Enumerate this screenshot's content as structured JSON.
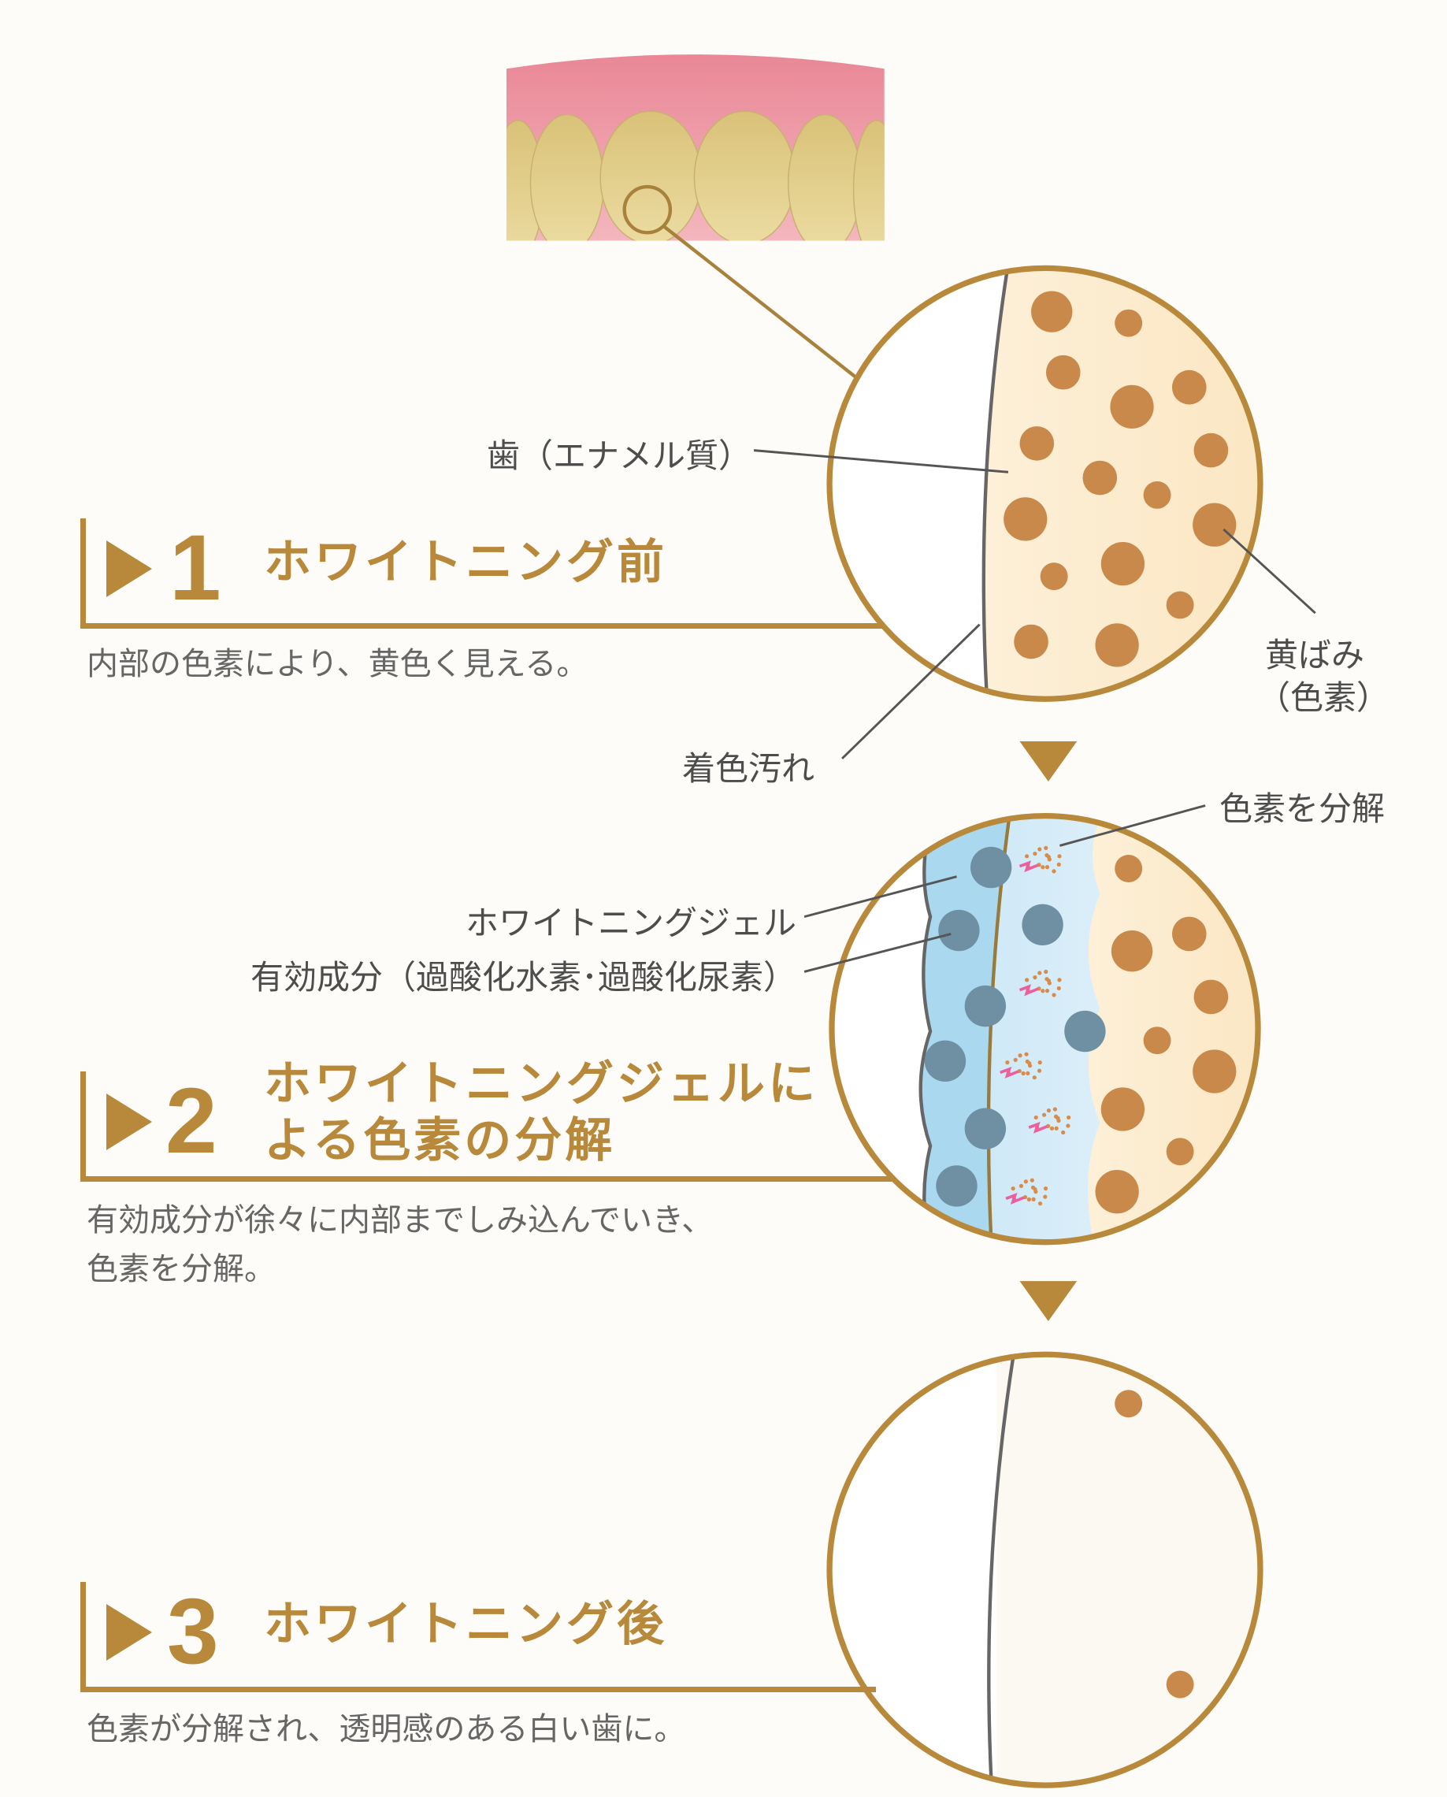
{
  "colors": {
    "gold": "#b8893a",
    "pigment": "#c9894a",
    "enamel": "#fbe9c8",
    "gel": "#a9d8ef",
    "active_ingredient": "#6f8fa3",
    "gum": "#ec9aa5",
    "text": "#555555"
  },
  "labels": {
    "enamel": "歯（エナメル質）",
    "yellowing_line1": "黄ばみ",
    "yellowing_line2": "（色素）",
    "stain": "着色汚れ",
    "decompose": "色素を分解",
    "gel": "ホワイトニングジェル",
    "ingredient": "有効成分（過酸化水素･過酸化尿素）"
  },
  "steps": [
    {
      "number": "1",
      "title": "ホワイトニング前",
      "description": [
        "内部の色素により、黄色く見える。"
      ]
    },
    {
      "number": "2",
      "title": [
        "ホワイトニングジェルに",
        "よる色素の分解"
      ],
      "description": [
        "有効成分が徐々に内部までしみ込んでいき、",
        "色素を分解。"
      ]
    },
    {
      "number": "3",
      "title": "ホワイトニング後",
      "description": [
        "色素が分解され、透明感のある白い歯に。"
      ]
    }
  ]
}
